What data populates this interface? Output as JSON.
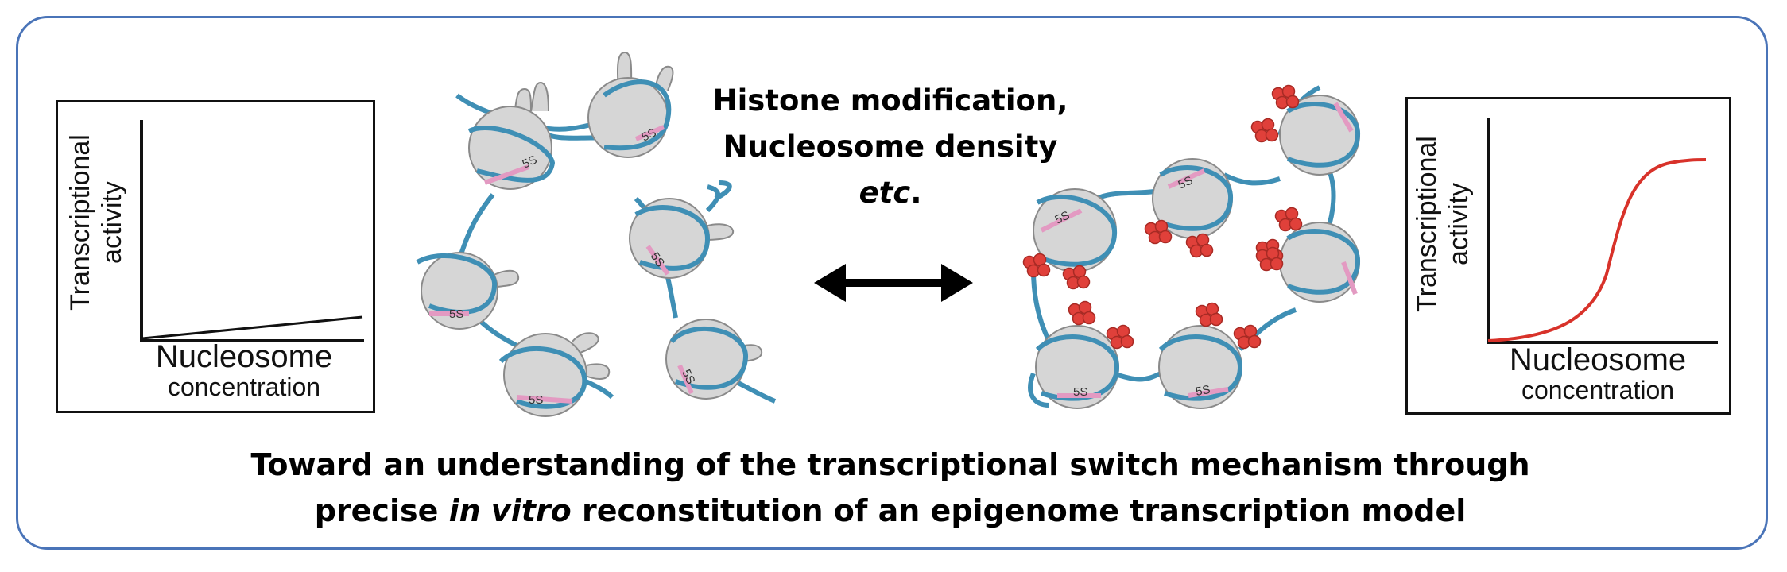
{
  "left_graph": {
    "y_label_line1": "Transcriptional",
    "y_label_line2": "activity",
    "x_label_line1": "Nucleosome",
    "x_label_line2": "concentration"
  },
  "right_graph": {
    "y_label_line1": "Transcriptional",
    "y_label_line2": "activity",
    "x_label_line1": "Nucleosome",
    "x_label_line2": "concentration"
  },
  "center": {
    "line1": "Histone modification,",
    "line2": "Nucleosome density",
    "line3_italic": "etc",
    "line3_end": "."
  },
  "nucleosome_label": "5S",
  "caption": {
    "line1": "Toward an understanding of the transcriptional switch mechanism through",
    "line2_a": "precise ",
    "line2_italic": "in vitro",
    "line2_b": " reconstitution of an epigenome transcription model"
  },
  "colors": {
    "frame_border": "#4a74b8",
    "dna_strand": "#3f8fb5",
    "histone_core": "#d6d6d6",
    "positioning_seq": "#e39ac2",
    "modification_mark": "#e0403a",
    "switch_curve": "#d8322a"
  }
}
